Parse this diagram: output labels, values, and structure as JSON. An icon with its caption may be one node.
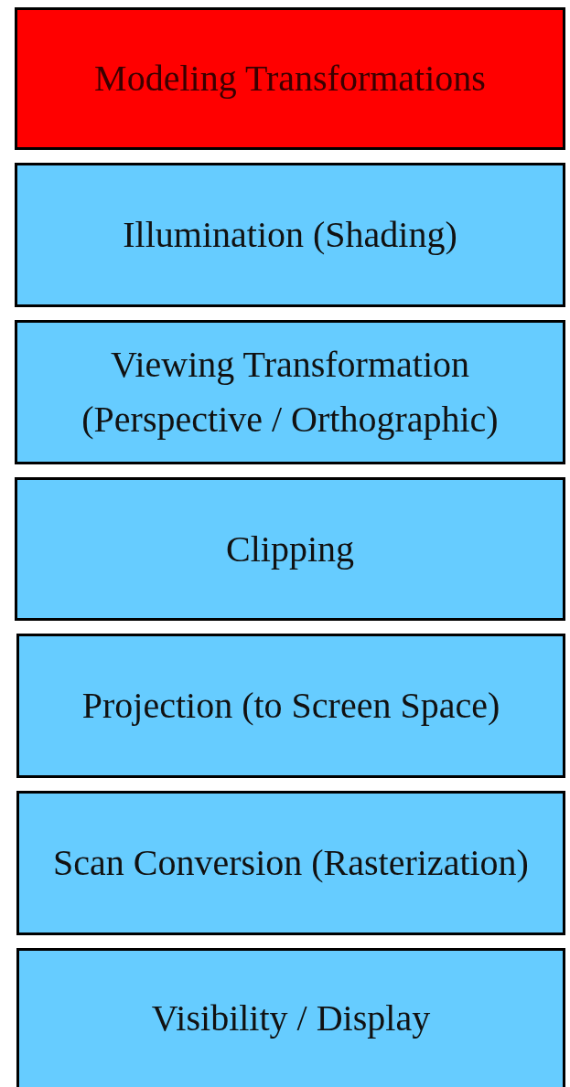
{
  "diagram": {
    "nodes": [
      {
        "text": [
          "Modeling Transformations"
        ]
      },
      {
        "text": [
          "Illumination (Shading)"
        ]
      },
      {
        "text": [
          "Viewing Transformation (Perspective / Orthographic)"
        ]
      },
      {
        "text": [
          "Clipping"
        ]
      },
      {
        "text": [
          "Projection (to Screen Space)"
        ]
      },
      {
        "text": [
          "Scan Conversion (Rasterization)"
        ]
      },
      {
        "text": [
          "Visibility / Display"
        ]
      }
    ]
  }
}
